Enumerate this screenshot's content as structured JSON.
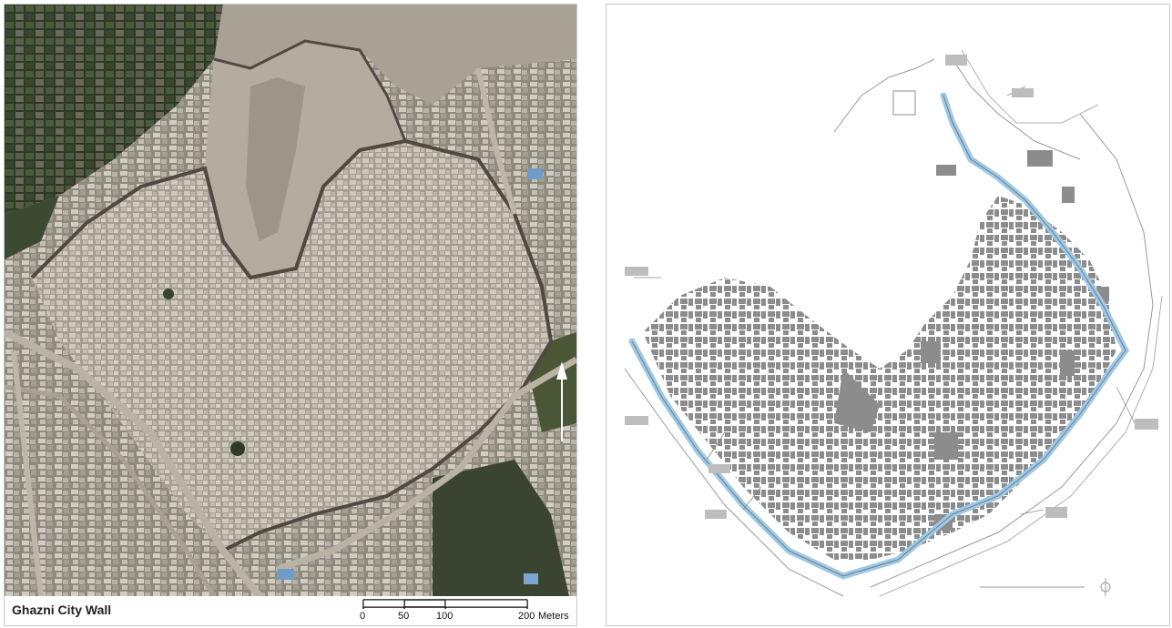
{
  "satellite_map": {
    "title": "Ghazni City Wall",
    "scale": {
      "ticks": [
        "0",
        "50",
        "100",
        "200"
      ],
      "unit": "Meters"
    }
  },
  "colors": {
    "terrain": "#9a9589",
    "buildings": "#c7c2b6",
    "roads": "#b5b0a4",
    "vegetation": "#3d4a32",
    "plan_buildings": "#8c8c8c",
    "plan_wall": "#9ec9e6"
  },
  "icons": {
    "north_arrow": "north-arrow-icon"
  }
}
